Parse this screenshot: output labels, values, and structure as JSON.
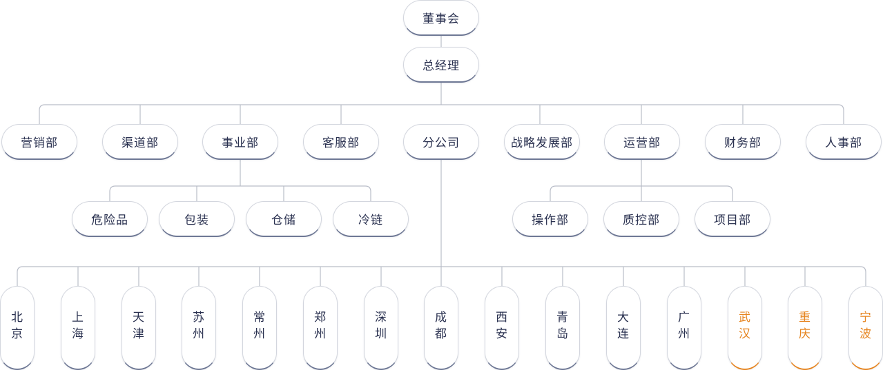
{
  "root": "董事会",
  "gm": "总经理",
  "departments": [
    "营销部",
    "渠道部",
    "事业部",
    "客服部",
    "分公司",
    "战略发展部",
    "运营部",
    "财务部",
    "人事部"
  ],
  "business_units": [
    "危险品",
    "包装",
    "仓储",
    "冷链"
  ],
  "operations_units": [
    "操作部",
    "质控部",
    "项目部"
  ],
  "branches": [
    {
      "c1": "北",
      "c2": "京"
    },
    {
      "c1": "上",
      "c2": "海"
    },
    {
      "c1": "天",
      "c2": "津"
    },
    {
      "c1": "苏",
      "c2": "州"
    },
    {
      "c1": "常",
      "c2": "州"
    },
    {
      "c1": "郑",
      "c2": "州"
    },
    {
      "c1": "深",
      "c2": "圳"
    },
    {
      "c1": "成",
      "c2": "都"
    },
    {
      "c1": "西",
      "c2": "安"
    },
    {
      "c1": "青",
      "c2": "岛"
    },
    {
      "c1": "大",
      "c2": "连"
    },
    {
      "c1": "广",
      "c2": "州"
    },
    {
      "c1": "武",
      "c2": "汉"
    },
    {
      "c1": "重",
      "c2": "庆"
    },
    {
      "c1": "宁",
      "c2": "波"
    }
  ],
  "colors": {
    "line": "#b9bdc8",
    "text": "#2a3150",
    "highlight": "#e6841f",
    "border_bottom": "#6d7794"
  }
}
